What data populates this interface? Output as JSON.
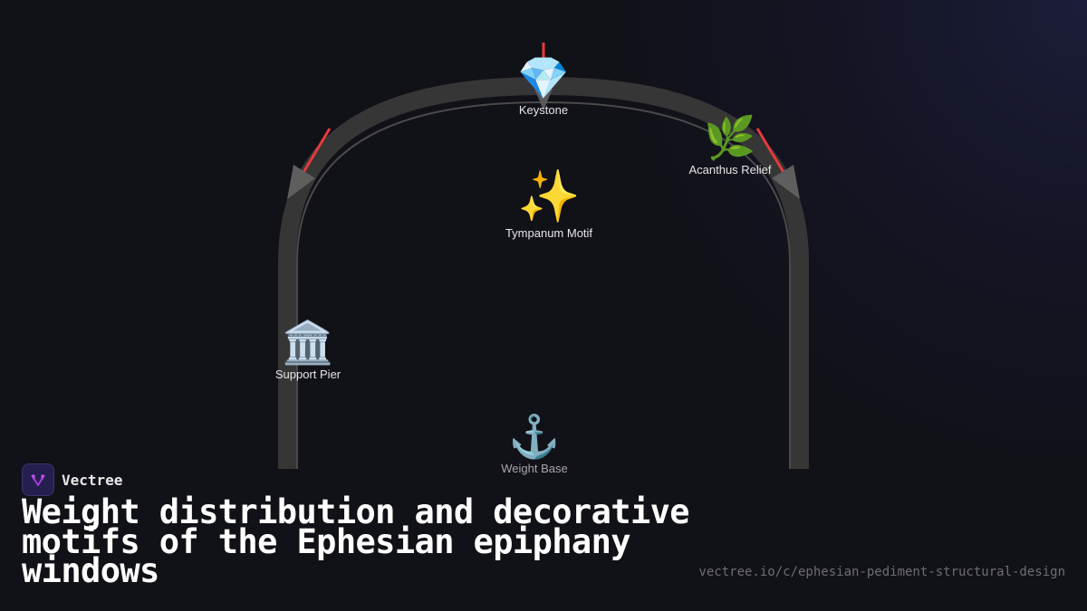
{
  "diagram": {
    "type": "arch-structure",
    "colors": {
      "background": "#111118",
      "arch_band": "#363636",
      "arch_inner_line": "#4a4a4a",
      "force_arrow": "#e8393c",
      "arrowhead": "#5e5e5e"
    },
    "nodes": [
      {
        "id": "keystone",
        "icon": "gem-icon",
        "glyph": "💎",
        "label": "Keystone"
      },
      {
        "id": "acanthus",
        "icon": "herb-icon",
        "glyph": "🌿",
        "label": "Acanthus Relief"
      },
      {
        "id": "tympanum",
        "icon": "sparkles-icon",
        "glyph": "✨",
        "label": "Tympanum Motif"
      },
      {
        "id": "support_pier",
        "icon": "classical-building-icon",
        "glyph": "🏛️",
        "label": "Support Pier"
      },
      {
        "id": "weight_base",
        "icon": "anchor-icon",
        "glyph": "⚓",
        "label": "Weight Base"
      }
    ]
  },
  "brand": {
    "name": "Vectree",
    "logo": "vectree-logo-icon"
  },
  "title": "Weight distribution and decorative motifs of the Ephesian epiphany windows",
  "url": "vectree.io/c/ephesian-pediment-structural-design"
}
